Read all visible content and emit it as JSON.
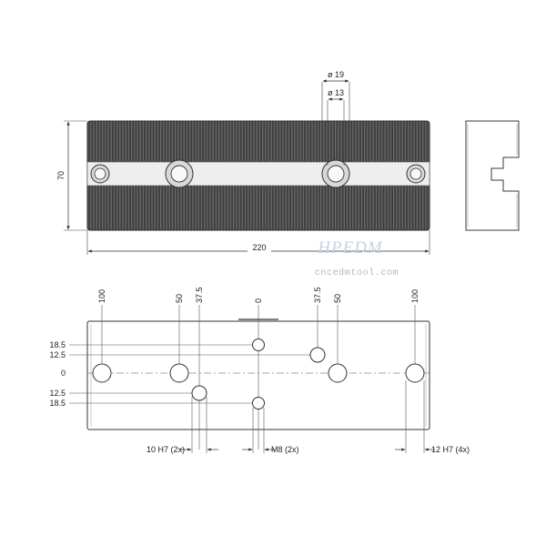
{
  "watermark": {
    "logo": "HPEDM",
    "url": "cncedmtool.com"
  },
  "top_view": {
    "width_label": "220",
    "height_label": "70",
    "counterbore_outer_label": "ø 19",
    "counterbore_inner_label": "ø 13"
  },
  "bottom_view": {
    "x_labels": [
      "100",
      "50",
      "37.5",
      "0",
      "37.5",
      "50",
      "100"
    ],
    "y_labels": [
      "18.5",
      "12.5",
      "0",
      "12.5",
      "18.5"
    ],
    "callouts": [
      "10 H7 (2x)",
      "M8 (2x)",
      "12 H7 (4x)"
    ]
  }
}
